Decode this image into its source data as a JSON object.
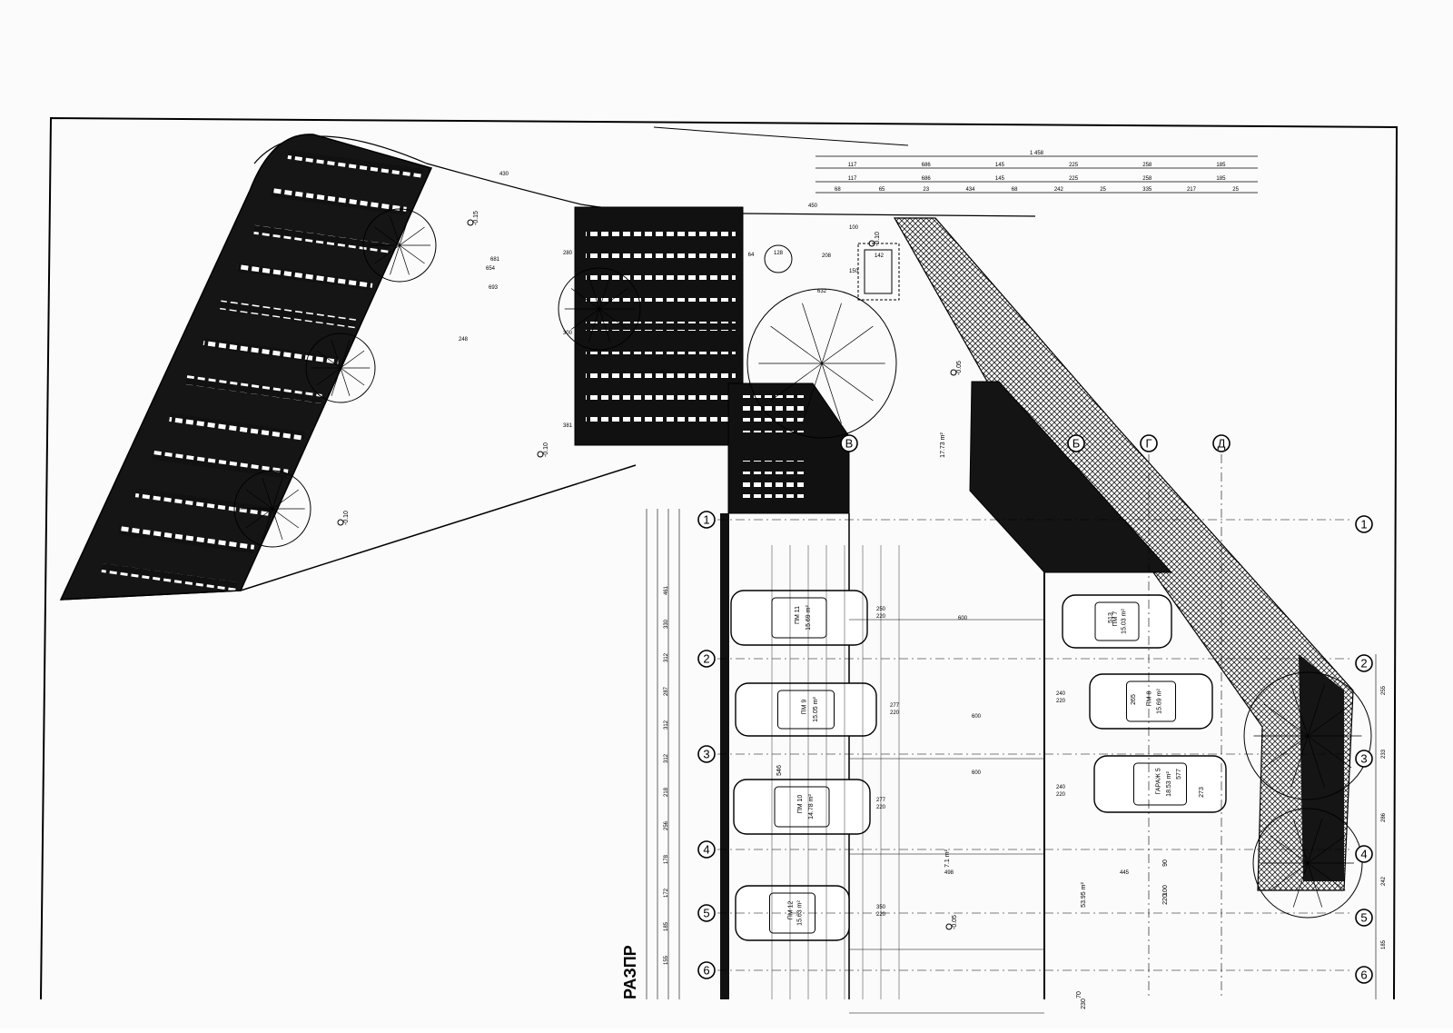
{
  "drawing": {
    "overall_dims": [
      "1 458"
    ],
    "top_dims_row1": [
      "117",
      "686",
      "145",
      "225",
      "258",
      "185"
    ],
    "top_dims_row2": [
      "117",
      "686",
      "145",
      "225",
      "258",
      "185"
    ],
    "top_dims_row3": [
      "68",
      "65",
      "23",
      "434",
      "68",
      "242",
      "25",
      "335",
      "217",
      "25"
    ],
    "site_dims": [
      "430",
      "450",
      "681",
      "654",
      "693",
      "248",
      "632",
      "208",
      "142",
      "128",
      "64",
      "100",
      "150",
      "280",
      "300",
      "381"
    ],
    "levels": [
      "-0.15",
      "-0.10",
      "-0.10",
      "-0.10",
      "-0.05",
      "-0.05"
    ],
    "axes_rows": [
      "1",
      "2",
      "3",
      "4",
      "5",
      "6"
    ],
    "axes_cols": [
      "Г",
      "Д",
      "Б",
      "В"
    ],
    "left_row_dims": [
      "461",
      "330",
      "312",
      "287",
      "312",
      "312",
      "218",
      "256",
      "178",
      "172",
      "185",
      "155"
    ],
    "right_row_dims": [
      "255",
      "233",
      "286",
      "242",
      "185"
    ],
    "parking_spots": [
      {
        "name": "ПМ 11",
        "area": "15.69 m²"
      },
      {
        "name": "ПМ 9",
        "area": "15.05 m²"
      },
      {
        "name": "ПМ 10",
        "area": "14.78 m²"
      },
      {
        "name": "ПМ 12",
        "area": "15.63 m²"
      },
      {
        "name": "ПМ 7",
        "area": "15.03 m²"
      },
      {
        "name": "ПМ 8",
        "area": "15.69 m²"
      },
      {
        "name": "ГАРАЖ 5",
        "area": "18.53 m²"
      }
    ],
    "spot_dims": [
      "250",
      "220",
      "277",
      "220",
      "277",
      "220",
      "350",
      "220",
      "240",
      "220",
      "240",
      "220"
    ],
    "drive_dims": [
      "600",
      "600",
      "600",
      "498",
      "445"
    ],
    "misc_labels": [
      "17.73 m²",
      "53.95 m²",
      "7.1 m²",
      "546",
      "513",
      "577",
      "273",
      "265",
      "90",
      "100",
      "220",
      "230",
      "70"
    ],
    "title_fragment": "РАЗПР"
  },
  "colors": {
    "ink": "#111111",
    "paper": "#fbfbfb",
    "hatch": "#444444"
  }
}
